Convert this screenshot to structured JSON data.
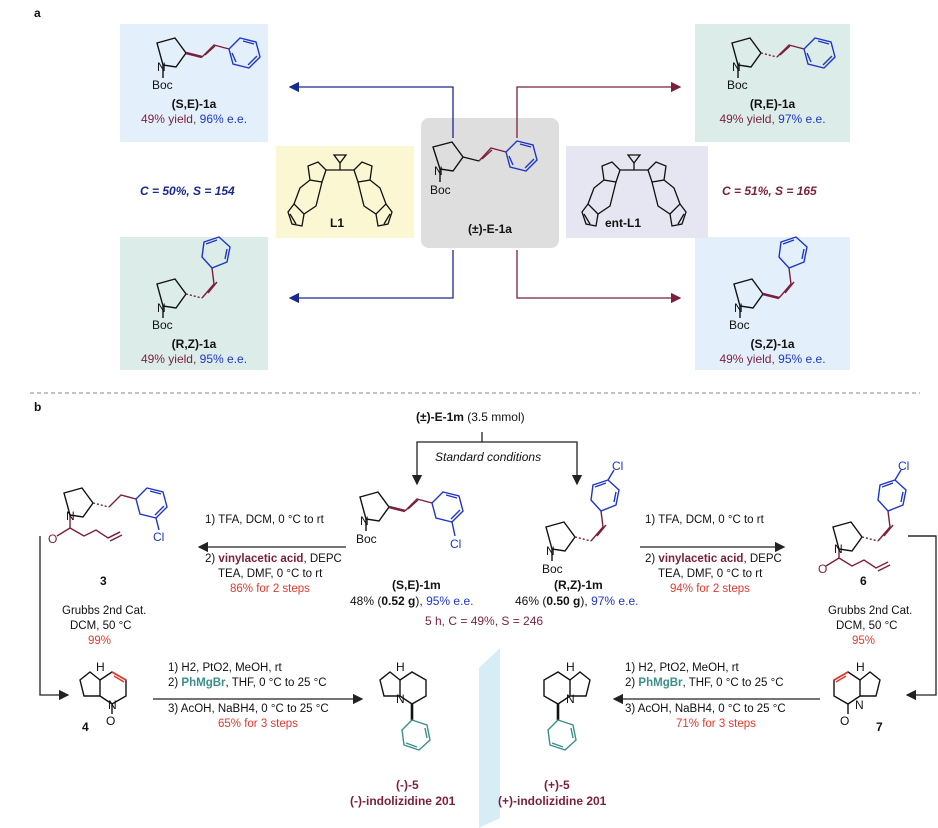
{
  "panel_a": {
    "label": "a",
    "center": {
      "name": "(±)-E-1a"
    },
    "left_catalyst": "L1",
    "right_catalyst": "ent-L1",
    "left_selectivity": "C = 50%, S = 154",
    "right_selectivity": "C = 51%, S = 165",
    "products": {
      "se": {
        "name": "(S,E)-1a",
        "yield": "49% yield,",
        "ee": "96% e.e."
      },
      "re": {
        "name": "(R,E)-1a",
        "yield": "49% yield,",
        "ee": "97% e.e."
      },
      "rz": {
        "name": "(R,Z)-1a",
        "yield": "49% yield,",
        "ee": "95% e.e."
      },
      "sz": {
        "name": "(S,Z)-1a",
        "yield": "49% yield,",
        "ee": "95% e.e."
      }
    },
    "boc": "Boc",
    "n": "N"
  },
  "panel_b": {
    "label": "b",
    "start": "(±)-E-1m",
    "start_amount": "(3.5 mmol)",
    "conditions": "Standard conditions",
    "se_1m": {
      "name": "(S,E)-1m",
      "yield_pre": "48% (",
      "mass": "0.52 g",
      "yield_post": "),",
      "ee": "95% e.e."
    },
    "rz_1m": {
      "name": "(R,Z)-1m",
      "yield_pre": "46% (",
      "mass": "0.50 g",
      "yield_post": "),",
      "ee": "97% e.e."
    },
    "res_summary": "5 h, C = 49%, S = 246",
    "left_steps": {
      "s1": "1) TFA, DCM, 0 °C to rt",
      "s2a": "2) ",
      "s2b": "vinylacetic acid",
      "s2c": ", DEPC",
      "s3": "TEA, DMF, 0 °C to rt",
      "s4": "86% for 2 steps"
    },
    "right_steps": {
      "s1": "1) TFA, DCM, 0 °C to rt",
      "s2a": "2) ",
      "s2b": "vinylacetic acid",
      "s2c": ", DEPC",
      "s3": "TEA, DMF, 0 °C to rt",
      "s4": "94% for 2 steps"
    },
    "grubbs_left": {
      "l1": "Grubbs 2nd Cat.",
      "l2": "DCM, 50 °C",
      "l3": "99%"
    },
    "grubbs_right": {
      "l1": "Grubbs 2nd Cat.",
      "l2": "DCM, 50 °C",
      "l3": "95%"
    },
    "left_red": {
      "s1": "1) H2, PtO2, MeOH, rt",
      "s2a": "2) ",
      "s2b": "PhMgBr",
      "s2c": ", THF, 0 °C to 25 °C",
      "s3": "3) AcOH, NaBH4, 0 °C to 25 °C",
      "s4": "65% for 3 steps"
    },
    "right_red": {
      "s1": "1) H2, PtO2, MeOH, rt",
      "s2a": "2) ",
      "s2b": "PhMgBr",
      "s2c": ", THF, 0 °C to 25 °C",
      "s3": "3) AcOH, NaBH4, 0 °C to 25 °C",
      "s4": "71% for 3 steps"
    },
    "compounds": {
      "c3": "3",
      "c4": "4",
      "c6": "6",
      "c7": "7",
      "m5": "(-)-5",
      "m5_name": "(-)-indolizidine 201",
      "p5": "(+)-5",
      "p5_name": "(+)-indolizidine 201"
    },
    "cl": "Cl",
    "h": "H",
    "o": "O"
  },
  "colors": {
    "blue_arrow": "#1a2a8c",
    "maroon_arrow": "#7a1f3d",
    "light_blue_bg": "#e3f0fb",
    "teal_bg": "#dcece8",
    "yellow_bg": "#fbf7d2",
    "purple_bg": "#e6e6f2",
    "grey_bg": "#dedede"
  }
}
